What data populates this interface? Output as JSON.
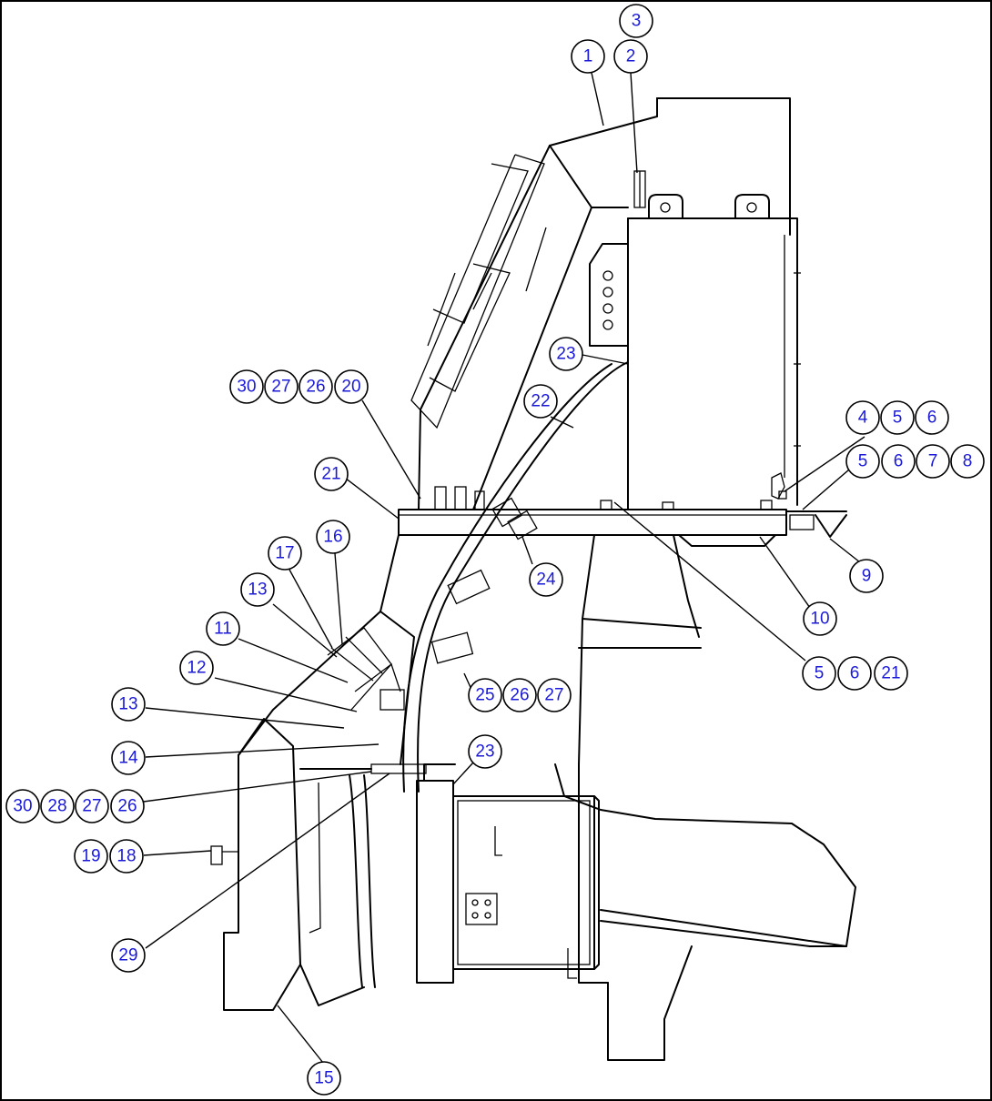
{
  "callouts": [
    {
      "id": "c-3",
      "label": "3"
    },
    {
      "id": "c-1",
      "label": "1"
    },
    {
      "id": "c-2",
      "label": "2"
    },
    {
      "id": "c-23a",
      "label": "23"
    },
    {
      "id": "c-22",
      "label": "22"
    },
    {
      "id": "c-30a",
      "label": "30"
    },
    {
      "id": "c-27a",
      "label": "27"
    },
    {
      "id": "c-26a",
      "label": "26"
    },
    {
      "id": "c-20",
      "label": "20"
    },
    {
      "id": "c-4",
      "label": "4"
    },
    {
      "id": "c-5a",
      "label": "5"
    },
    {
      "id": "c-6a",
      "label": "6"
    },
    {
      "id": "c-5b",
      "label": "5"
    },
    {
      "id": "c-6b",
      "label": "6"
    },
    {
      "id": "c-7",
      "label": "7"
    },
    {
      "id": "c-8",
      "label": "8"
    },
    {
      "id": "c-21a",
      "label": "21"
    },
    {
      "id": "c-16",
      "label": "16"
    },
    {
      "id": "c-17",
      "label": "17"
    },
    {
      "id": "c-13a",
      "label": "13"
    },
    {
      "id": "c-24",
      "label": "24"
    },
    {
      "id": "c-9",
      "label": "9"
    },
    {
      "id": "c-10",
      "label": "10"
    },
    {
      "id": "c-11",
      "label": "11"
    },
    {
      "id": "c-12",
      "label": "12"
    },
    {
      "id": "c-5c",
      "label": "5"
    },
    {
      "id": "c-6c",
      "label": "6"
    },
    {
      "id": "c-21b",
      "label": "21"
    },
    {
      "id": "c-25",
      "label": "25"
    },
    {
      "id": "c-26b",
      "label": "26"
    },
    {
      "id": "c-27b",
      "label": "27"
    },
    {
      "id": "c-13b",
      "label": "13"
    },
    {
      "id": "c-14",
      "label": "14"
    },
    {
      "id": "c-23b",
      "label": "23"
    },
    {
      "id": "c-30b",
      "label": "30"
    },
    {
      "id": "c-28",
      "label": "28"
    },
    {
      "id": "c-27c",
      "label": "27"
    },
    {
      "id": "c-26c",
      "label": "26"
    },
    {
      "id": "c-19",
      "label": "19"
    },
    {
      "id": "c-18",
      "label": "18"
    },
    {
      "id": "c-29",
      "label": "29"
    },
    {
      "id": "c-15",
      "label": "15"
    }
  ],
  "colors": {
    "callout_text": "#1a1ad8",
    "line": "#000000",
    "background": "#ffffff"
  }
}
